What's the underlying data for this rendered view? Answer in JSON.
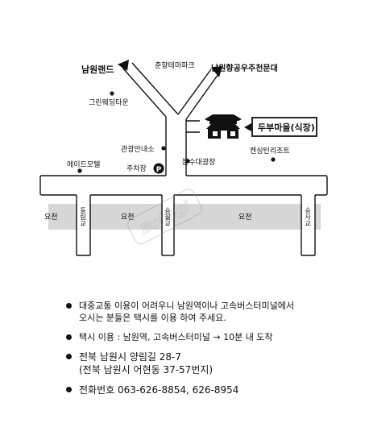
{
  "map": {
    "places": {
      "namwon_land": "남원랜드",
      "chunhyang_theme_park": "춘향테마파크",
      "gwanghallu": "남원향공우주천문대",
      "green_wedding": "그린웨딩타운",
      "tofu_village": "두부마을(식장)",
      "tourist_info": "관광안내소",
      "parking": "주차장",
      "parking_symbol": "P",
      "maid_motel": "메이드모텔",
      "fountain_plaza": "분수대광장",
      "kensington": "켄싱턴리조트"
    },
    "river": {
      "left_label": "요천",
      "mid_label": "요천",
      "right_label": "요천"
    },
    "bridges": {
      "b1": "동림교",
      "b2": "승월교",
      "b3": "승사교"
    },
    "watermark": "Bobagi"
  },
  "info": {
    "transit_line1": "대중교통 이용이 어려우니 남원역이나 고속버스터미널에서",
    "transit_line2": "오시는 분들은 택시를 이용 하여 주세요.",
    "taxi": "택시 이용 : 남원역, 고속버스터미널 → 10분 내 도착",
    "address_line1": "전북 남원시 양림길 28-7",
    "address_line2": "(전북 남원시 어현동 37-57번지)",
    "phone": "전화번호 063-626-8854, 626-8954"
  }
}
